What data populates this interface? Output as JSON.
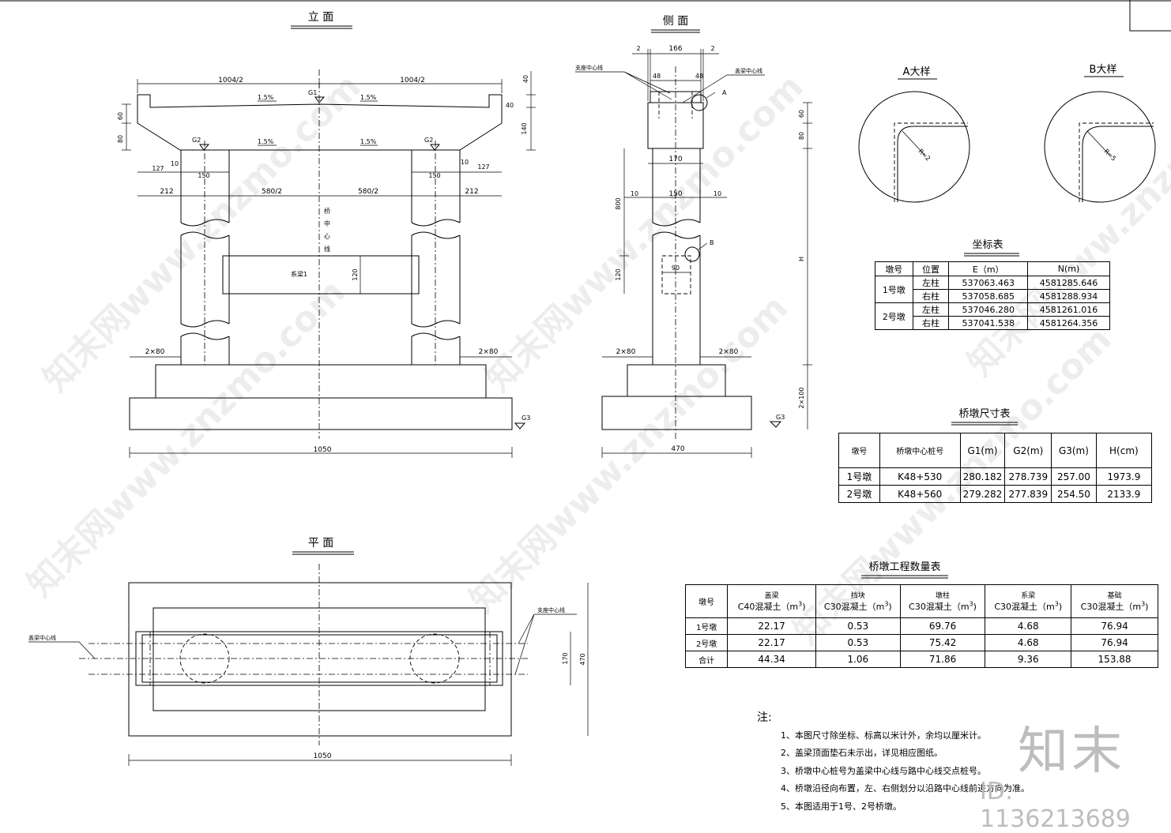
{
  "views": {
    "elevation": {
      "title": "立 面",
      "dims": {
        "half_left": "1004/2",
        "half_right": "1004/2",
        "cap_40_top": "40",
        "cap_40_side": "40",
        "cap_140": "140",
        "left_60": "60",
        "left_80": "80",
        "d127_l": "127",
        "d10_l": "10",
        "d150_l": "150",
        "d150_r": "150",
        "d10_r": "10",
        "d127_r": "127",
        "d212_l": "212",
        "d580_l": "580/2",
        "d580_r": "580/2",
        "d212_r": "212",
        "d120": "120",
        "d2x80_l": "2×80",
        "d2x80_r": "2×80",
        "total": "1050"
      },
      "slopes": [
        "1.5%",
        "1.5%",
        "1.5%",
        "1.5%"
      ],
      "g1": "G1",
      "g2_l": "G2",
      "g2_r": "G2",
      "g3": "G3",
      "center_line": [
        "桥",
        "中",
        "心",
        "线"
      ],
      "tie_beam": "系梁1"
    },
    "side": {
      "title": "侧 面",
      "dims": {
        "d2_l": "2",
        "d166": "166",
        "d2_r": "2",
        "d48_l": "48",
        "d48_r": "48",
        "d170": "170",
        "d10_l": "10",
        "d150": "150",
        "d10_r": "10",
        "d800": "800",
        "d120": "120",
        "d90": "90",
        "d2x80_l": "2×80",
        "d2x80_r": "2×80",
        "total": "470",
        "v60": "60",
        "v80": "80",
        "vH": "H",
        "v2x100": "2×100"
      },
      "label_support": "支座中心线",
      "label_capbeam": "盖梁中心线",
      "callout_a": "A",
      "callout_b": "B",
      "g3": "G3"
    },
    "plan": {
      "title": "平 面",
      "label_capbeam": "盖梁中心线",
      "label_support": "支座中心线",
      "d170": "170",
      "d470": "470",
      "total": "1050"
    },
    "detail_a": {
      "title": "A大样",
      "radius": "R=2"
    },
    "detail_b": {
      "title": "B大样",
      "radius": "R=5"
    }
  },
  "coord_table": {
    "title": "坐标表",
    "headers": [
      "墩号",
      "位置",
      "E（m）",
      "N(m)"
    ],
    "groups": [
      {
        "pier": "1号墩",
        "rows": [
          [
            "左柱",
            "537063.463",
            "4581285.646"
          ],
          [
            "右柱",
            "537058.685",
            "4581288.934"
          ]
        ]
      },
      {
        "pier": "2号墩",
        "rows": [
          [
            "左柱",
            "537046.280",
            "4581261.016"
          ],
          [
            "右柱",
            "537041.538",
            "4581264.356"
          ]
        ]
      }
    ]
  },
  "size_table": {
    "title": "桥墩尺寸表",
    "headers": [
      "墩号",
      "桥墩中心桩号",
      "G1(m)",
      "G2(m)",
      "G3(m)",
      "H(cm)"
    ],
    "rows": [
      [
        "1号墩",
        "K48+530",
        "280.182",
        "278.739",
        "257.00",
        "1973.9"
      ],
      [
        "2号墩",
        "K48+560",
        "279.282",
        "277.839",
        "254.50",
        "2133.9"
      ]
    ]
  },
  "qty_table": {
    "title": "桥墩工程数量表",
    "col1": "墩号",
    "headers": [
      {
        "name": "盖梁",
        "sub": "C40混凝土（m",
        "sup": "3",
        "close": ")"
      },
      {
        "name": "挡块",
        "sub": "C30混凝土（m",
        "sup": "3",
        "close": ")"
      },
      {
        "name": "墩柱",
        "sub": "C30混凝土（m",
        "sup": "3",
        "close": ")"
      },
      {
        "name": "系梁",
        "sub": "C30混凝土（m",
        "sup": "3",
        "close": ")"
      },
      {
        "name": "基础",
        "sub": "C30混凝土（m",
        "sup": "3",
        "close": ")"
      }
    ],
    "rows": [
      [
        "1号墩",
        "22.17",
        "0.53",
        "69.76",
        "4.68",
        "76.94"
      ],
      [
        "2号墩",
        "22.17",
        "0.53",
        "75.42",
        "4.68",
        "76.94"
      ],
      [
        "合计",
        "44.34",
        "1.06",
        "71.86",
        "9.36",
        "153.88"
      ]
    ]
  },
  "notes": {
    "heading": "注:",
    "items": [
      "1、本图尺寸除坐标、标高以米计外，余均以厘米计。",
      "2、盖梁顶面垫石未示出，详见相应图纸。",
      "3、桥墩中心桩号为盖梁中心线与路中心线交点桩号。",
      "4、桥墩沿径向布置，左、右侧划分以沿路中心线前进方向为准。",
      "5、本图适用于1号、2号桥墩。"
    ]
  },
  "watermark": {
    "text": "知末网www.znzmo.com",
    "brand": "知末",
    "id": "ID: 1136213689"
  }
}
